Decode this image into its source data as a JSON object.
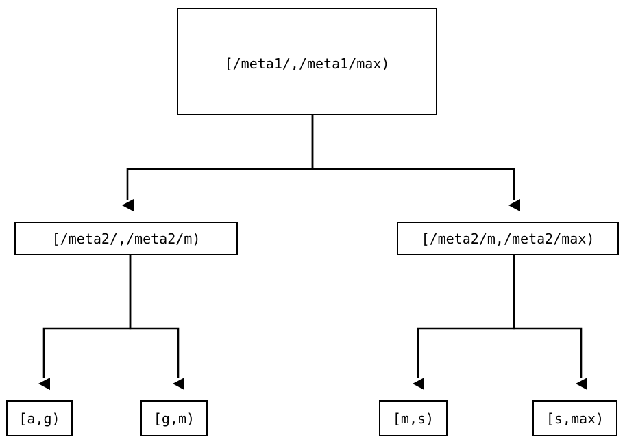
{
  "diagram": {
    "type": "tree",
    "title": "",
    "background_color": "#ffffff",
    "line_color": "#000000",
    "text_color": "#000000",
    "nodes": [
      {
        "id": "root",
        "label": "[/meta1/,/meta1/max)",
        "level": 0
      },
      {
        "id": "mid-left",
        "label": "[/meta2/,/meta2/m)",
        "level": 1
      },
      {
        "id": "mid-right",
        "label": "[/meta2/m,/meta2/max)",
        "level": 1
      },
      {
        "id": "leaf-1",
        "label": "[a,g)",
        "level": 2
      },
      {
        "id": "leaf-2",
        "label": "[g,m)",
        "level": 2
      },
      {
        "id": "leaf-3",
        "label": "[m,s)",
        "level": 2
      },
      {
        "id": "leaf-4",
        "label": "[s,max)",
        "level": 2
      }
    ],
    "edges": [
      {
        "from": "root",
        "to": "mid-left",
        "arrow": "down-triangle"
      },
      {
        "from": "root",
        "to": "mid-right",
        "arrow": "down-triangle"
      },
      {
        "from": "mid-left",
        "to": "leaf-1",
        "arrow": "down-triangle"
      },
      {
        "from": "mid-left",
        "to": "leaf-2",
        "arrow": "down-triangle"
      },
      {
        "from": "mid-right",
        "to": "leaf-3",
        "arrow": "down-triangle"
      },
      {
        "from": "mid-right",
        "to": "leaf-4",
        "arrow": "down-triangle"
      }
    ]
  }
}
